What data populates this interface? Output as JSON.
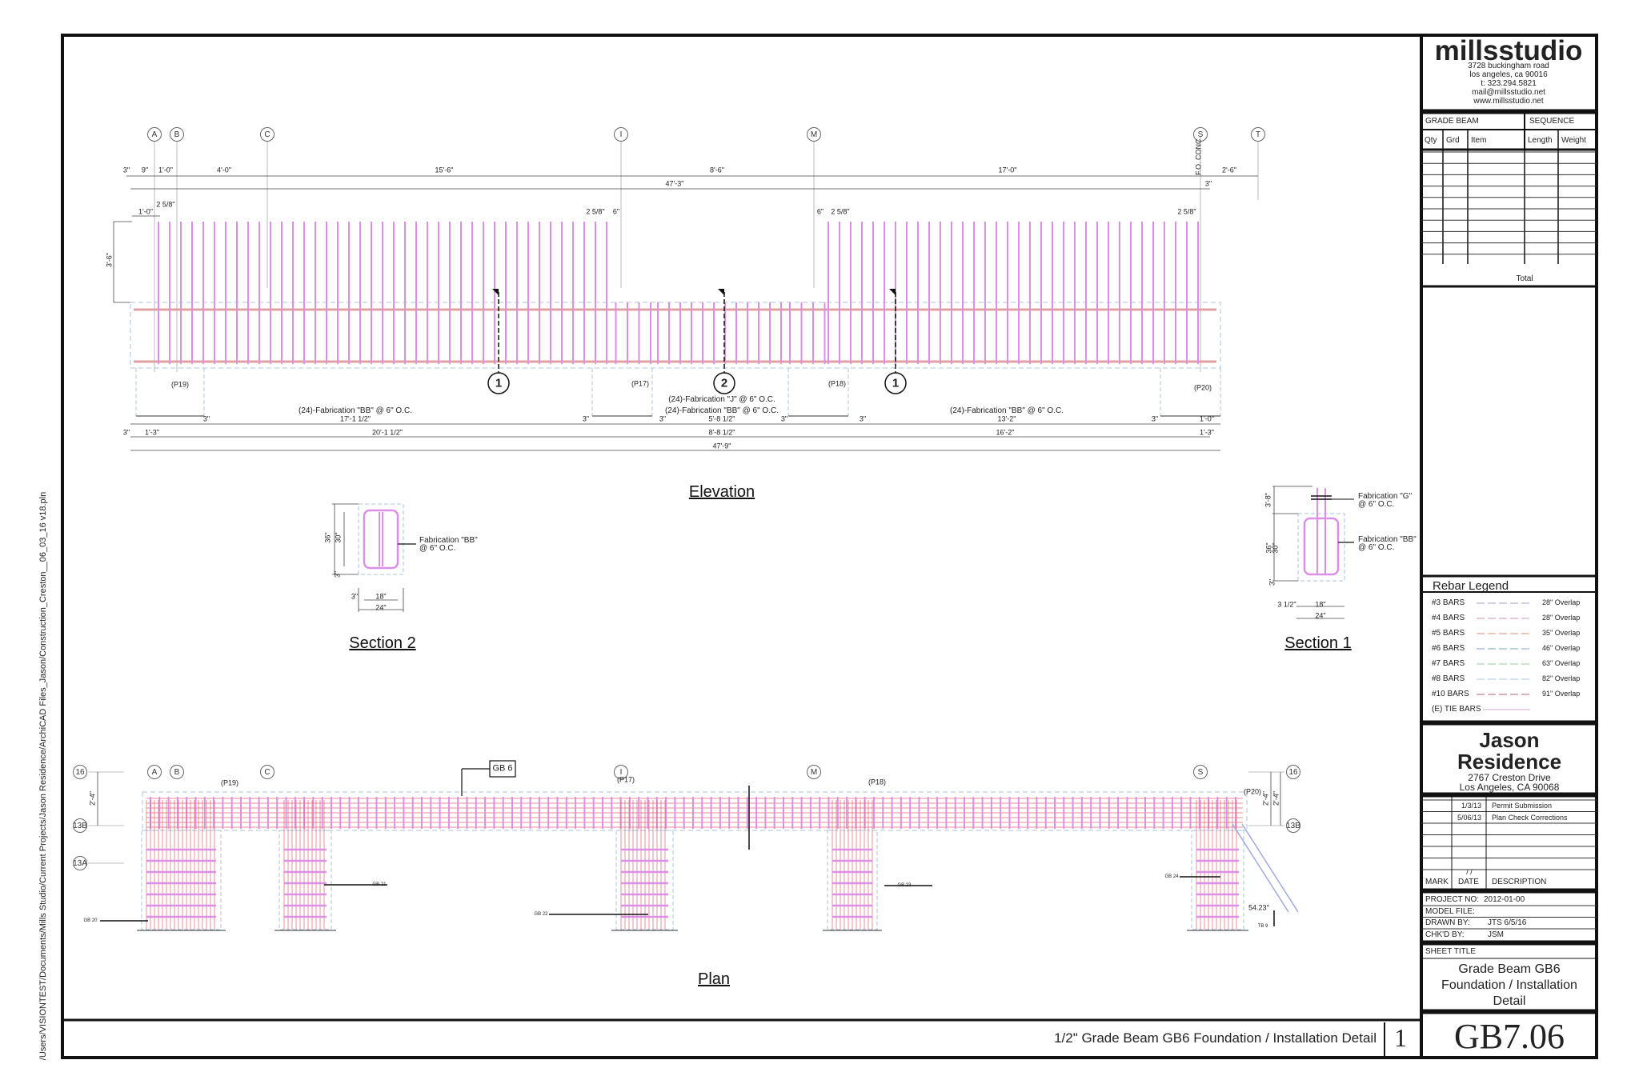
{
  "file_path": "/Users/VISIONTEST/Documents/Mills Studio/Current Projects/Jason Residence/ArchiCAD Files_Jason/Construction_Creston__06_03_16 v18.pln",
  "firm": {
    "name": "millsstudio",
    "address1": "3728 buckingham road",
    "address2": "los angeles, ca 90016",
    "phone": "t: 323.294.5821",
    "email": "mail@millsstudio.net",
    "web": "www.millsstudio.net"
  },
  "schedule": {
    "grade_beam": "GRADE BEAM",
    "sequence": "SEQUENCE",
    "columns": [
      "Qty",
      "Grd",
      "Item",
      "Length",
      "Weight"
    ],
    "total": "Total"
  },
  "rebar_legend": {
    "title": "Rebar Legend",
    "items": [
      {
        "bar": "#3  BARS",
        "overlap": "28\" Overlap",
        "color": "#b9b0d8"
      },
      {
        "bar": "#4  BARS",
        "overlap": "28\" Overlap",
        "color": "#d8a8c8"
      },
      {
        "bar": "#5  BARS",
        "overlap": "35\" Overlap",
        "color": "#e0a890"
      },
      {
        "bar": "#6  BARS",
        "overlap": "46\" Overlap",
        "color": "#98b8c8"
      },
      {
        "bar": "#7  BARS",
        "overlap": "63\" Overlap",
        "color": "#a8d8a8"
      },
      {
        "bar": "#8  BARS",
        "overlap": "82\" Overlap",
        "color": "#b8d0e8"
      },
      {
        "bar": "#10 BARS",
        "overlap": "91\" Overlap",
        "color": "#c08090"
      },
      {
        "bar": "(E) TIE BARS",
        "overlap": "",
        "color": "#e0b8d8"
      }
    ]
  },
  "project": {
    "name_line1": "Jason",
    "name_line2": "Residence",
    "address1": "2767 Creston Drive",
    "address2": "Los Angeles, CA  90068"
  },
  "revisions": {
    "rows": [
      {
        "mark": "",
        "date": "1/3/13",
        "description": "Permit Submission"
      },
      {
        "mark": "",
        "date": "5/06/13",
        "description": "Plan Check Corrections"
      }
    ],
    "blank_date": "/  /",
    "headers": {
      "mark": "MARK",
      "date": "DATE",
      "description": "DESCRIPTION"
    }
  },
  "info": {
    "project_no_label": "PROJECT NO:",
    "project_no": "2012-01-00",
    "model_file_label": "MODEL FILE:",
    "drawn_by_label": "DRAWN BY:",
    "drawn_by": "JTS   6/5/16",
    "checked_by_label": "CHK'D BY:",
    "checked_by": "JSM"
  },
  "sheet": {
    "title_label": "SHEET  TITLE",
    "title_line1": "Grade Beam GB6",
    "title_line2": "Foundation / Installation",
    "title_line3": "Detail",
    "number": "GB7.06",
    "drawing_title": "1/2\" Grade Beam GB6 Foundation / Installation Detail",
    "drawing_number": "1"
  },
  "elevation": {
    "title": "Elevation",
    "grid": [
      "A",
      "B",
      "C",
      "I",
      "M",
      "S",
      "T"
    ],
    "fo_conc": "F.O. CONC.",
    "section_markers": [
      "1",
      "2",
      "1"
    ],
    "piers": [
      "(P19)",
      "(P17)",
      "(P18)",
      "(P20)"
    ],
    "notes": [
      "(24)-Fabrication \"BB\" @ 6\" O.C.",
      "(24)-Fabrication \"J\" @ 6\" O.C.",
      "(24)-Fabrication \"BB\" @ 6\" O.C.",
      "(24)-Fabrication \"BB\" @ 6\" O.C."
    ],
    "dims_top": [
      "3\"",
      "9\"",
      "1'-0\"",
      "4'-0\"",
      "15'-6\"",
      "8'-6\"",
      "17'-0\"",
      "2'-6\"",
      "47'-3\"",
      "3\"",
      "2 5/8\"",
      "1'-0\"",
      "2 5/8\"",
      "6\"",
      "6\"",
      "2 5/8\"",
      "2 5/8\"",
      "3'-6\""
    ],
    "dims_bottom": [
      "3\"",
      "17'-1 1/2\"",
      "3\"",
      "3\"",
      "5'-8 1/2\"",
      "3\"",
      "3\"",
      "13'-2\"",
      "3\"",
      "1'-0\"",
      "3\"",
      "1'-3\"",
      "20'-1 1/2\"",
      "8'-8 1/2\"",
      "16'-2\"",
      "1'-3\"",
      "47'-9\""
    ]
  },
  "section2": {
    "title": "Section 2",
    "label1": "Fabrication \"BB\"",
    "label2": "@ 6\" O.C.",
    "dims": [
      "36\"",
      "30\"",
      "3\"",
      "3\"",
      "18\"",
      "24\""
    ]
  },
  "section1": {
    "title": "Section 1",
    "label_g1": "Fabrication \"G\"",
    "label_g2": "@ 6\" O.C.",
    "label_bb1": "Fabrication \"BB\"",
    "label_bb2": "@ 6\" O.C.",
    "dims": [
      "3'-8\"",
      "36\"",
      "30\"",
      "3\"",
      "3 1/2\"",
      "18\"",
      "24\""
    ]
  },
  "plan": {
    "title": "Plan",
    "grid": [
      "16",
      "A",
      "B",
      "C",
      "I",
      "M",
      "S",
      "16",
      "13B",
      "13A",
      "13B"
    ],
    "piers": [
      "(P19)",
      "(P17)",
      "(P18)",
      "(P20)"
    ],
    "beam_tag": "GB 6",
    "callouts": [
      "GB 20",
      "GB 21",
      "GB 22",
      "GB 23",
      "GB 24",
      "TB 9"
    ],
    "angle": "54.23°",
    "dims": [
      "2'-4\"",
      "2'-4\"",
      "2'-4\""
    ]
  },
  "colors": {
    "rebar": "#dc8fe6",
    "plan_bar": "#e0606e",
    "outline": "#a8c4e0",
    "line": "#111111"
  }
}
